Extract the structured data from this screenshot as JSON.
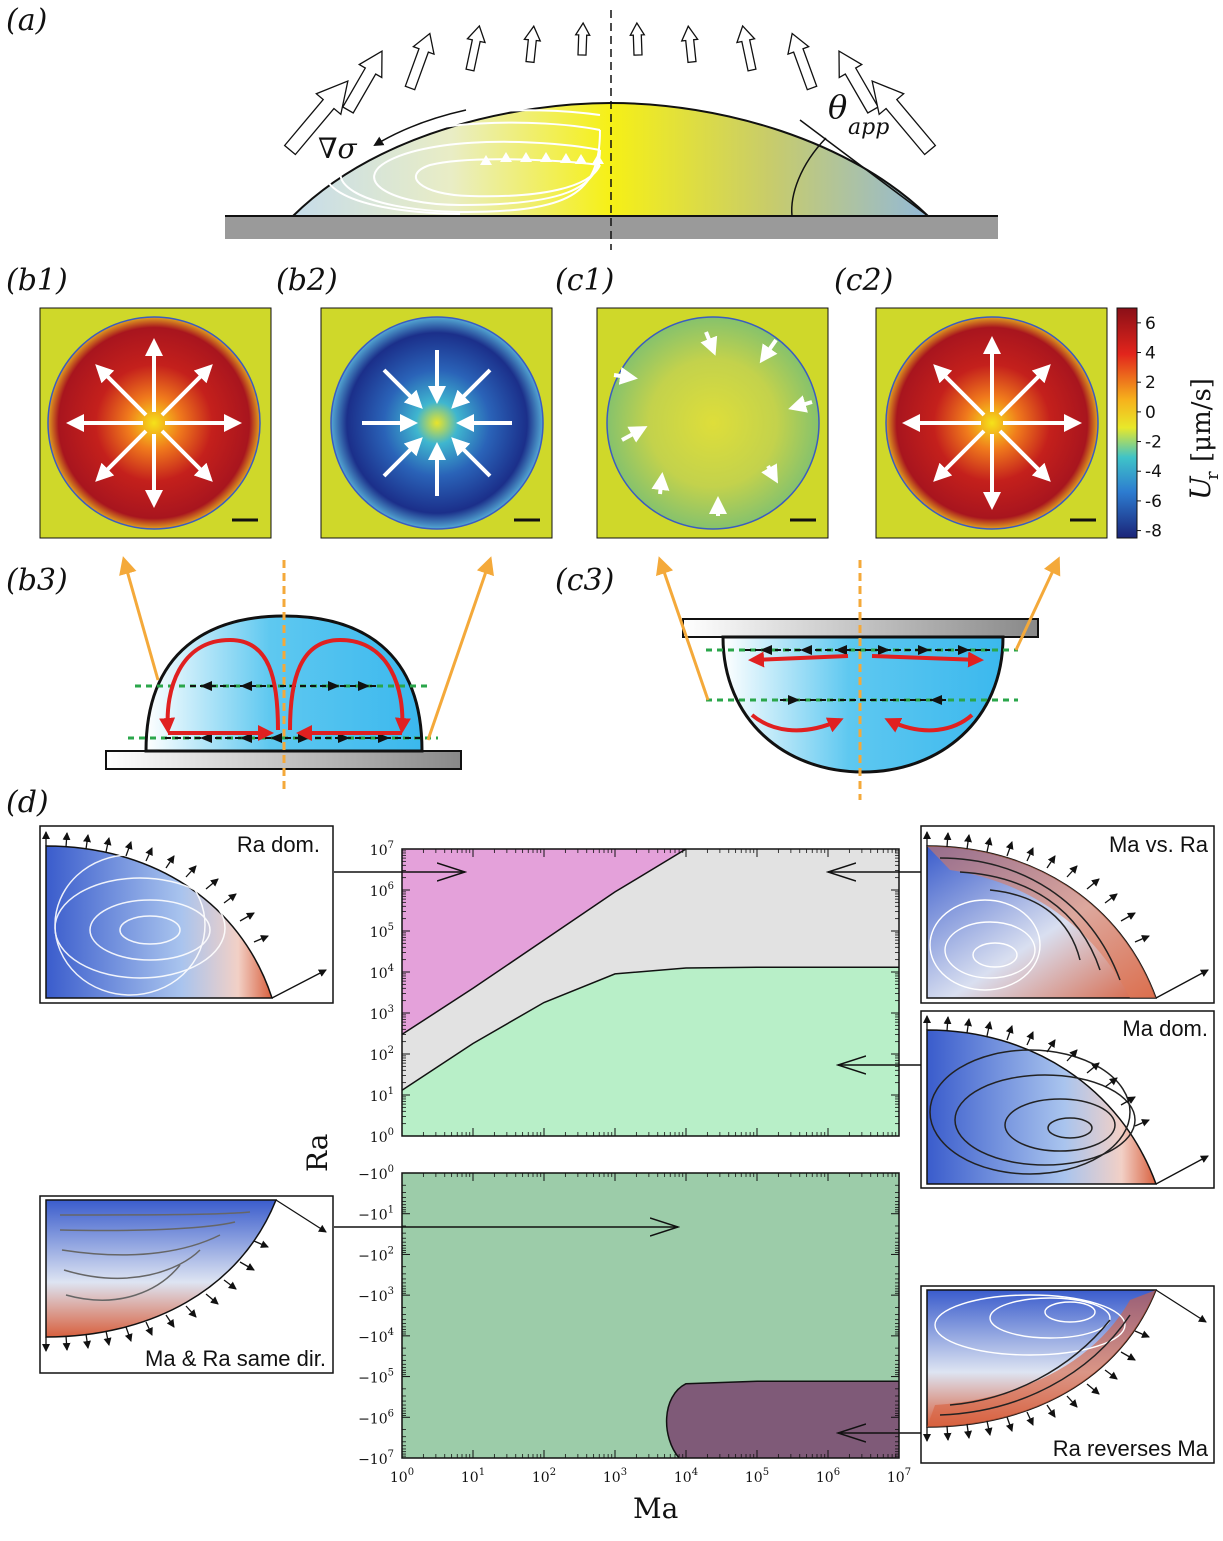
{
  "panels": {
    "a": "(a)",
    "b1": "(b1)",
    "b2": "(b2)",
    "c1": "(c1)",
    "c2": "(c2)",
    "b3": "(b3)",
    "c3": "(c3)",
    "d": "(d)"
  },
  "annotations": {
    "grad_sigma": "∇σ",
    "theta": "θ",
    "theta_sub": "app"
  },
  "colorbar": {
    "label_main": "U",
    "label_sub": "r",
    "label_unit": "[μm/s]",
    "ticks": [
      "6",
      "4",
      "2",
      "0",
      "-2",
      "-4",
      "-6",
      "-8"
    ],
    "range": [
      -8.5,
      7
    ]
  },
  "insets": {
    "ra_dom": "Ra dom.",
    "ma_vs_ra": "Ma vs. Ra",
    "ma_dom": "Ma dom.",
    "same_dir": "Ma & Ra same dir.",
    "ra_reverses": "Ra reverses Ma"
  },
  "chart_data": [
    {
      "type": "area",
      "title": "",
      "xlabel": "Ma",
      "ylabel": "Ra",
      "xscale": "log",
      "yscale": "log",
      "xlim": [
        1,
        10000000
      ],
      "ylim": [
        1,
        10000000
      ],
      "x_ticks": [
        "10^0",
        "10^1",
        "10^2",
        "10^3",
        "10^4",
        "10^5",
        "10^6",
        "10^7"
      ],
      "y_ticks": [
        "10^0",
        "10^1",
        "10^2",
        "10^3",
        "10^4",
        "10^5",
        "10^6",
        "10^7"
      ],
      "regions": [
        {
          "name": "Ra dom.",
          "color": "#e4a1da"
        },
        {
          "name": "Ma vs. Ra",
          "color": "#e2e2e2"
        },
        {
          "name": "Ma dom.",
          "color": "#b8efc8"
        }
      ],
      "boundaries": [
        {
          "between": [
            "Ra dom.",
            "Ma vs. Ra"
          ],
          "x": [
            1,
            10,
            100,
            1000,
            10000
          ],
          "y": [
            300,
            4000,
            60000,
            900000,
            10000000
          ]
        },
        {
          "between": [
            "Ma vs. Ra",
            "Ma dom."
          ],
          "x": [
            1,
            10,
            100,
            1000,
            10000,
            100000,
            1000000,
            10000000
          ],
          "y": [
            13,
            180,
            1800,
            9000,
            12500,
            13000,
            13000,
            13000
          ]
        }
      ]
    },
    {
      "type": "area",
      "title": "",
      "xlabel": "Ma",
      "ylabel": "Ra",
      "xscale": "log",
      "yscale": "log",
      "xlim": [
        1,
        10000000
      ],
      "ylim": [
        -1,
        -10000000
      ],
      "y_ticks": [
        "-10^0",
        "-10^1",
        "-10^2",
        "-10^3",
        "-10^4",
        "-10^5",
        "-10^6",
        "-10^7"
      ],
      "regions": [
        {
          "name": "Ma & Ra same dir.",
          "color": "#9ccca9"
        },
        {
          "name": "Ra reverses Ma",
          "color": "#7f5a78"
        }
      ],
      "boundaries": [
        {
          "between": [
            "Ma & Ra same dir.",
            "Ra reverses Ma"
          ],
          "x": [
            8000,
            4500,
            5000,
            10000,
            100000,
            10000000
          ],
          "y": [
            -10000000,
            -1000000,
            -300000,
            -150000,
            -130000,
            -130000
          ]
        }
      ]
    }
  ]
}
